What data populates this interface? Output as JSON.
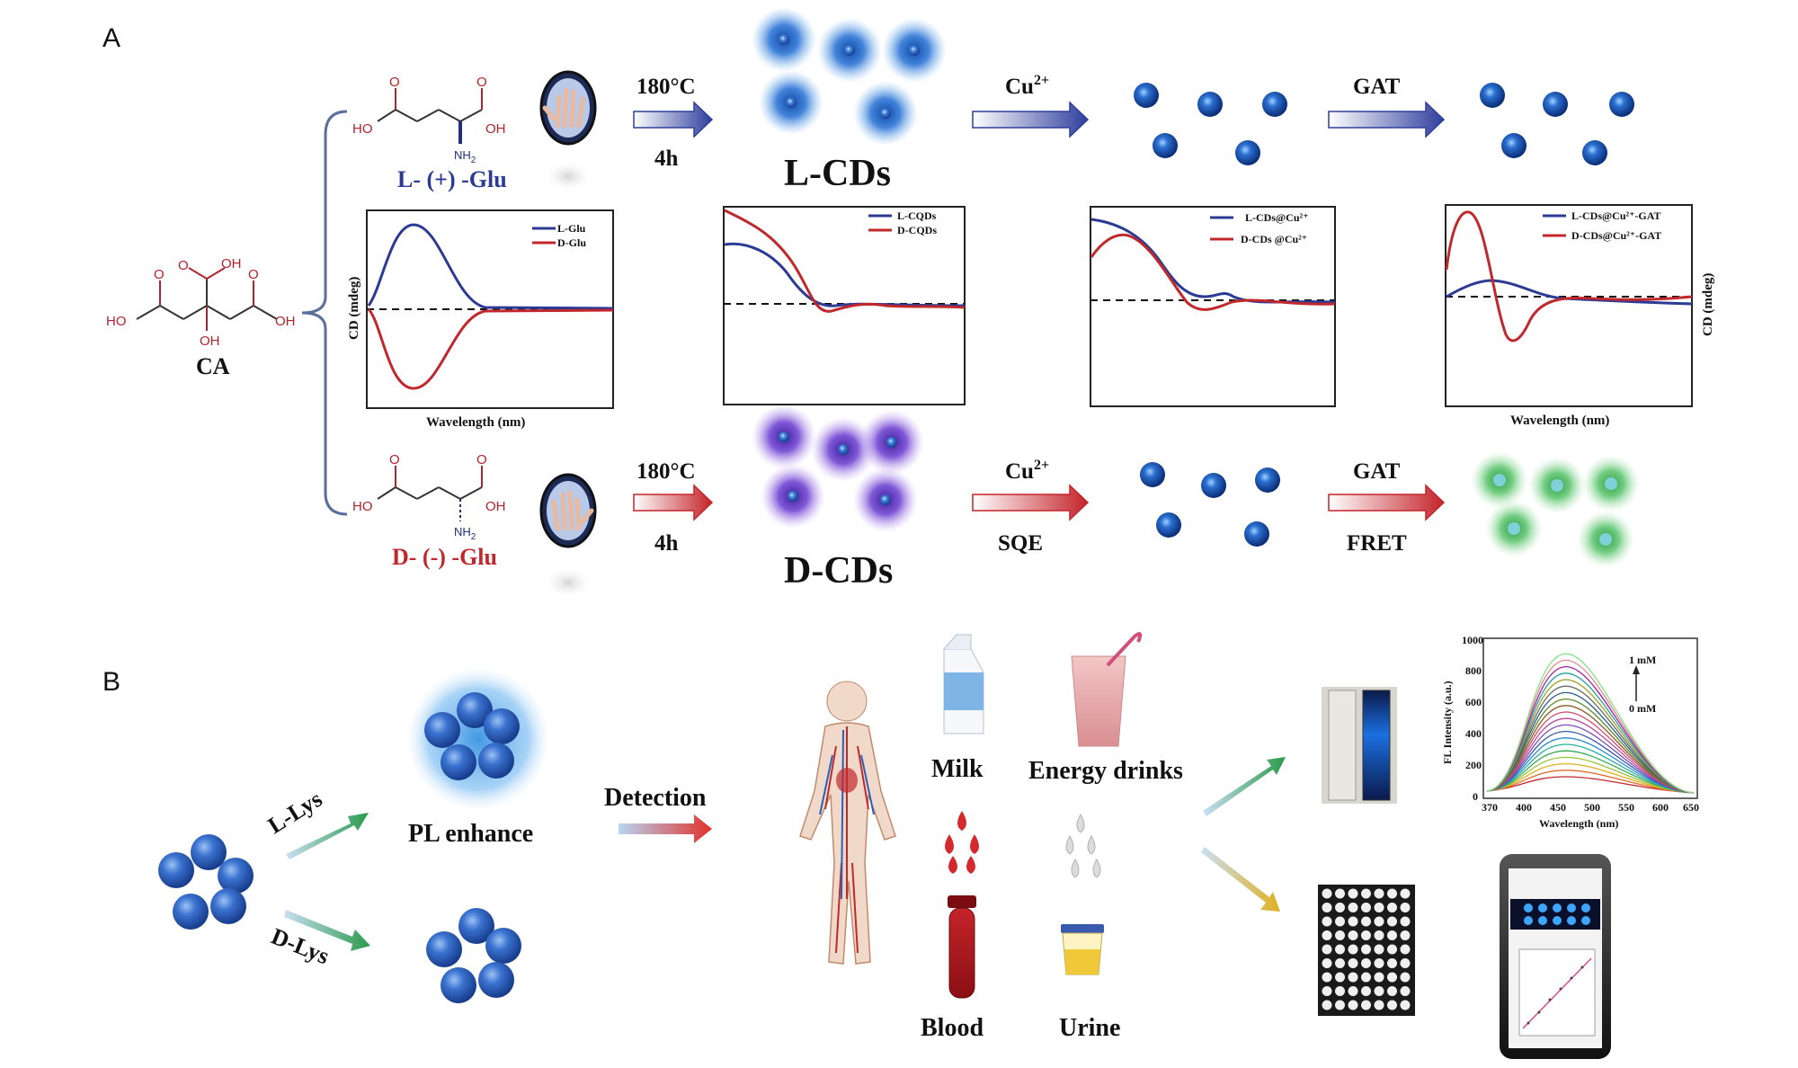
{
  "panels": {
    "a": "A",
    "b": "B"
  },
  "colors": {
    "l_blue": "#2b3a94",
    "d_red": "#c0282c",
    "cd_blue": "#1d5fbf",
    "cd_violet": "#5a2fb3",
    "fret_green": "#46b85a"
  },
  "top": {
    "precursor": {
      "label": "CA",
      "groups": {
        "oh": "OH",
        "ho": "HO",
        "o": "O"
      }
    },
    "l_route": {
      "name": "L- (+) -Glu",
      "nh2": "NH",
      "nh2_sub": "2",
      "temp": "180°C",
      "time": "4h",
      "product": "L-CDs",
      "cu": "Cu",
      "cu_sup": "2+",
      "gat": "GAT"
    },
    "d_route": {
      "name": "D- (-) -Glu",
      "nh2": "NH",
      "nh2_sub": "2",
      "temp": "180°C",
      "time": "4h",
      "product": "D-CDs",
      "cu": "Cu",
      "cu_sup": "2+",
      "sqe": "SQE",
      "gat": "GAT",
      "fret": "FRET"
    }
  },
  "spectra": [
    {
      "legend": [
        "L-Glu",
        "D-Glu"
      ],
      "ylabel": "CD (mdeg)",
      "xlabel": "Wavelength (nm)"
    },
    {
      "legend": [
        "L-CQDs",
        "D-CQDs"
      ]
    },
    {
      "legend": [
        "L-CDs@Cu²⁺",
        "D-CDs @Cu²⁺"
      ]
    },
    {
      "legend": [
        "L-CDs@Cu²⁺-GAT",
        "D-CDs@Cu²⁺-GAT"
      ],
      "ylabel": "CD (mdeg)",
      "xlabel": "Wavelength (nm)"
    }
  ],
  "bottom": {
    "l_lys": "L-Lys",
    "d_lys": "D-Lys",
    "pl_enhance": "PL enhance",
    "detection": "Detection",
    "samples": [
      "Milk",
      "Energy drinks",
      "Blood",
      "Urine"
    ],
    "fl_chart": {
      "ylabel": "FL Intensity (a.u.)",
      "xlabel": "Wavelength (nm)",
      "xticks": [
        "370",
        "400",
        "450",
        "500",
        "550",
        "600",
        "650"
      ],
      "yticks": [
        "0",
        "200",
        "400",
        "600",
        "800",
        "1000"
      ],
      "arrow_top": "1 mM",
      "arrow_bottom": "0 mM"
    }
  }
}
